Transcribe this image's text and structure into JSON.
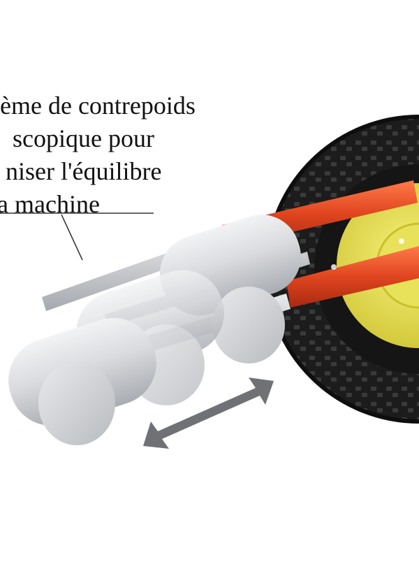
{
  "caption": {
    "lines": [
      "ème de contrepoids",
      "scopique pour",
      "niser l'équilibre",
      "a machine"
    ]
  },
  "icons": {
    "arrow": "double-arrow-icon",
    "wheel": "wheel-icon",
    "weights": "counterweight-icon"
  },
  "colors": {
    "frame": "#e0451f",
    "rim": "#f2ec5a",
    "tire": "#1a1a1a",
    "weight": "#d6d8dc",
    "arrow": "#77797c"
  }
}
